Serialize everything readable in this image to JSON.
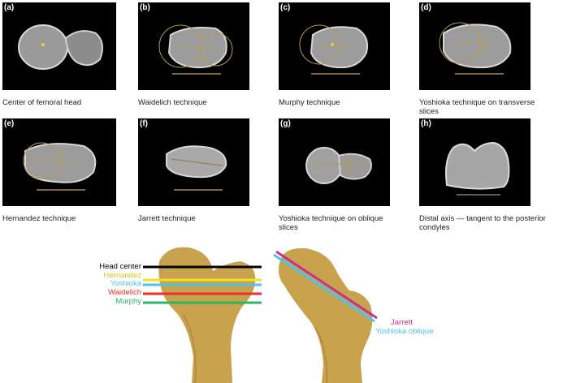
{
  "panels": [
    {
      "tag": "(a)",
      "caption": "Center of femoral head"
    },
    {
      "tag": "(b)",
      "caption": "Waidelich technique"
    },
    {
      "tag": "(c)",
      "caption": "Murphy technique"
    },
    {
      "tag": "(d)",
      "caption": "Yoshioka technique on transverse slices"
    },
    {
      "tag": "(e)",
      "caption": "Hernandez technique"
    },
    {
      "tag": "(f)",
      "caption": "Jarrett technique"
    },
    {
      "tag": "(g)",
      "caption": "Yoshioka technique on oblique slices"
    },
    {
      "tag": "(h)",
      "caption": "Distal axis — tangent to the posterior condyles"
    }
  ],
  "left_femur_labels": [
    {
      "text": "Head center",
      "color": "#000000"
    },
    {
      "text": "Hernandez",
      "color": "#f2e21a"
    },
    {
      "text": "Yoshioka",
      "color": "#4fc3e8"
    },
    {
      "text": "Waidelich",
      "color": "#e8312d"
    },
    {
      "text": "Murphy",
      "color": "#2fb463"
    }
  ],
  "right_femur_labels": [
    {
      "text": "Jarrett",
      "color": "#c2338f"
    },
    {
      "text": "Yoshioka oblique",
      "color": "#4fc3e8"
    }
  ],
  "colors": {
    "bone": "#c9a24e",
    "bone_shade": "#a27a30",
    "ct_bg": "#000000",
    "ct_bone": "#b9b9b9"
  }
}
